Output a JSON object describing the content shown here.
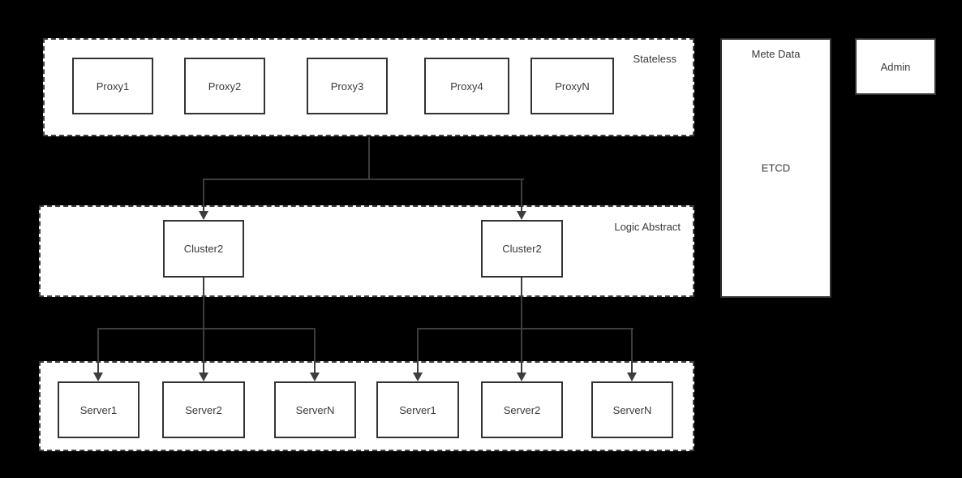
{
  "colors": {
    "background": "#000000",
    "node_fill": "#ffffff",
    "node_border": "#333333",
    "dashed_container_border": "#3f3f3f",
    "connector": "#3d3d3d",
    "text": "#3a3a3a"
  },
  "groups": {
    "stateless": {
      "label": "Stateless"
    },
    "logic": {
      "label": "Logic Abstract"
    }
  },
  "nodes": {
    "proxies": [
      "Proxy1",
      "Proxy2",
      "Proxy3",
      "Proxy4",
      "ProxyN"
    ],
    "clusters": [
      "Cluster2",
      "Cluster2"
    ],
    "servers_left": [
      "Server1",
      "Server2",
      "ServerN"
    ],
    "servers_right": [
      "Server1",
      "Server2",
      "ServerN"
    ],
    "meta_store": {
      "title": "Mete Data",
      "label": "ETCD"
    },
    "admin": {
      "label": "Admin"
    }
  }
}
